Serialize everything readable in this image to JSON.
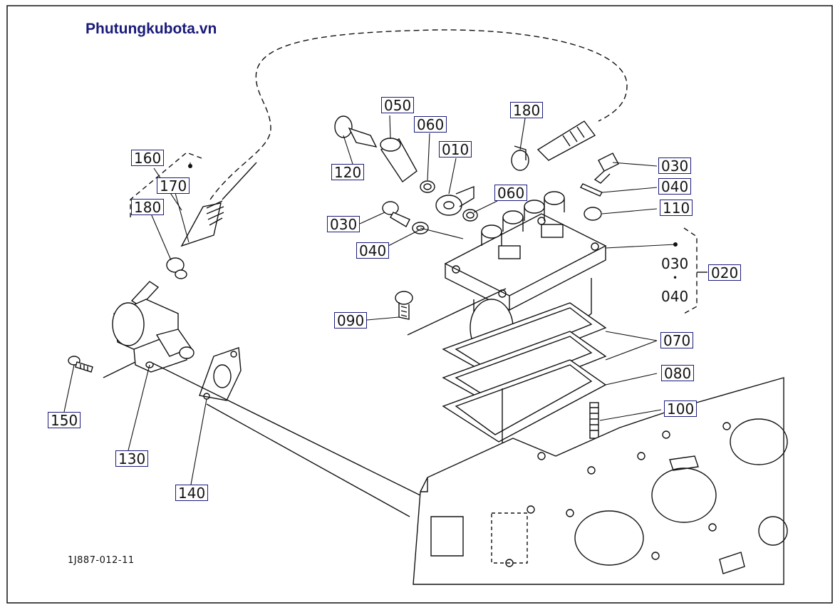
{
  "header": {
    "watermark": "Phutungkubota.vn"
  },
  "footer": {
    "drawing_code": "1J887-012-11"
  },
  "callouts": [
    {
      "id": "c050",
      "label": "050"
    },
    {
      "id": "c060a",
      "label": "060"
    },
    {
      "id": "c010",
      "label": "010"
    },
    {
      "id": "c180a",
      "label": "180"
    },
    {
      "id": "c120",
      "label": "120"
    },
    {
      "id": "c060b",
      "label": "060"
    },
    {
      "id": "c030a",
      "label": "030"
    },
    {
      "id": "c040a",
      "label": "040"
    },
    {
      "id": "c110",
      "label": "110"
    },
    {
      "id": "c030b",
      "label": "030"
    },
    {
      "id": "c040b",
      "label": "040"
    },
    {
      "id": "c020",
      "label": "020"
    },
    {
      "id": "c090",
      "label": "090"
    },
    {
      "id": "c070",
      "label": "070"
    },
    {
      "id": "c080",
      "label": "080"
    },
    {
      "id": "c100",
      "label": "100"
    },
    {
      "id": "c160",
      "label": "160"
    },
    {
      "id": "c170",
      "label": "170"
    },
    {
      "id": "c180b",
      "label": "180"
    },
    {
      "id": "c150",
      "label": "150"
    },
    {
      "id": "c130",
      "label": "130"
    },
    {
      "id": "c140",
      "label": "140"
    }
  ],
  "group_020": {
    "from": "030",
    "to": "040",
    "separator": "•"
  }
}
